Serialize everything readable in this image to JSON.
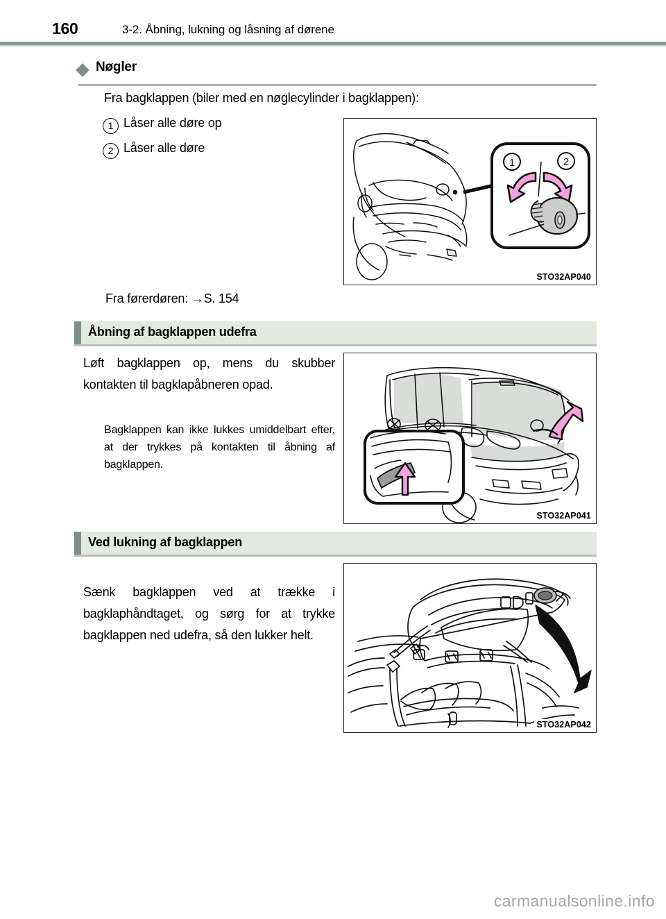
{
  "header": {
    "page_number": "160",
    "title": "3-2. Åbning, lukning og låsning af dørene"
  },
  "bullet_heading": {
    "label": "Nøgler",
    "icon": "diamond-bullet"
  },
  "intro": "Fra bagklappen (biler med en nøglecylinder i bagklappen):",
  "numbered_list": [
    {
      "marker": "1",
      "text": "Låser alle døre op"
    },
    {
      "marker": "2",
      "text": "Låser alle døre"
    }
  ],
  "reference": "Fra førerdøren: →S. 154",
  "sections": [
    {
      "heading": "Åbning af bagklappen udefra",
      "body": "Løft bagklappen op, mens du skubber kontakten til bagklapåbneren opad.",
      "note": "Bagklappen kan ikke lukkes umiddelbart efter, at der trykkes på kontakten til åbning af bagklappen."
    },
    {
      "heading": "Ved lukning af bagklappen",
      "body": "Sænk bagklappen ved at trække i bagklaphåndtaget, og sørg for at trykke bagklappen ned udefra, så den lukker helt."
    }
  ],
  "figures": [
    {
      "code": "STO32AP040",
      "caption_labels": [
        "1",
        "2"
      ],
      "description": "rear-of-car-with-key-cylinder-callout"
    },
    {
      "code": "STO32AP041",
      "description": "rear-hatch-switch-callout"
    },
    {
      "code": "STO32AP042",
      "description": "open-tailgate-interior-handle"
    }
  ],
  "watermark": "carmanualsonline.info",
  "colors": {
    "accent_green": "#7e8f86",
    "heading_bg": "#e3e9e1",
    "rule": "#8a9a92",
    "arrow_pink": "#f3a3dd",
    "figure_shade": "#d9ddd9",
    "watermark_gray": "#a8a8a8"
  }
}
